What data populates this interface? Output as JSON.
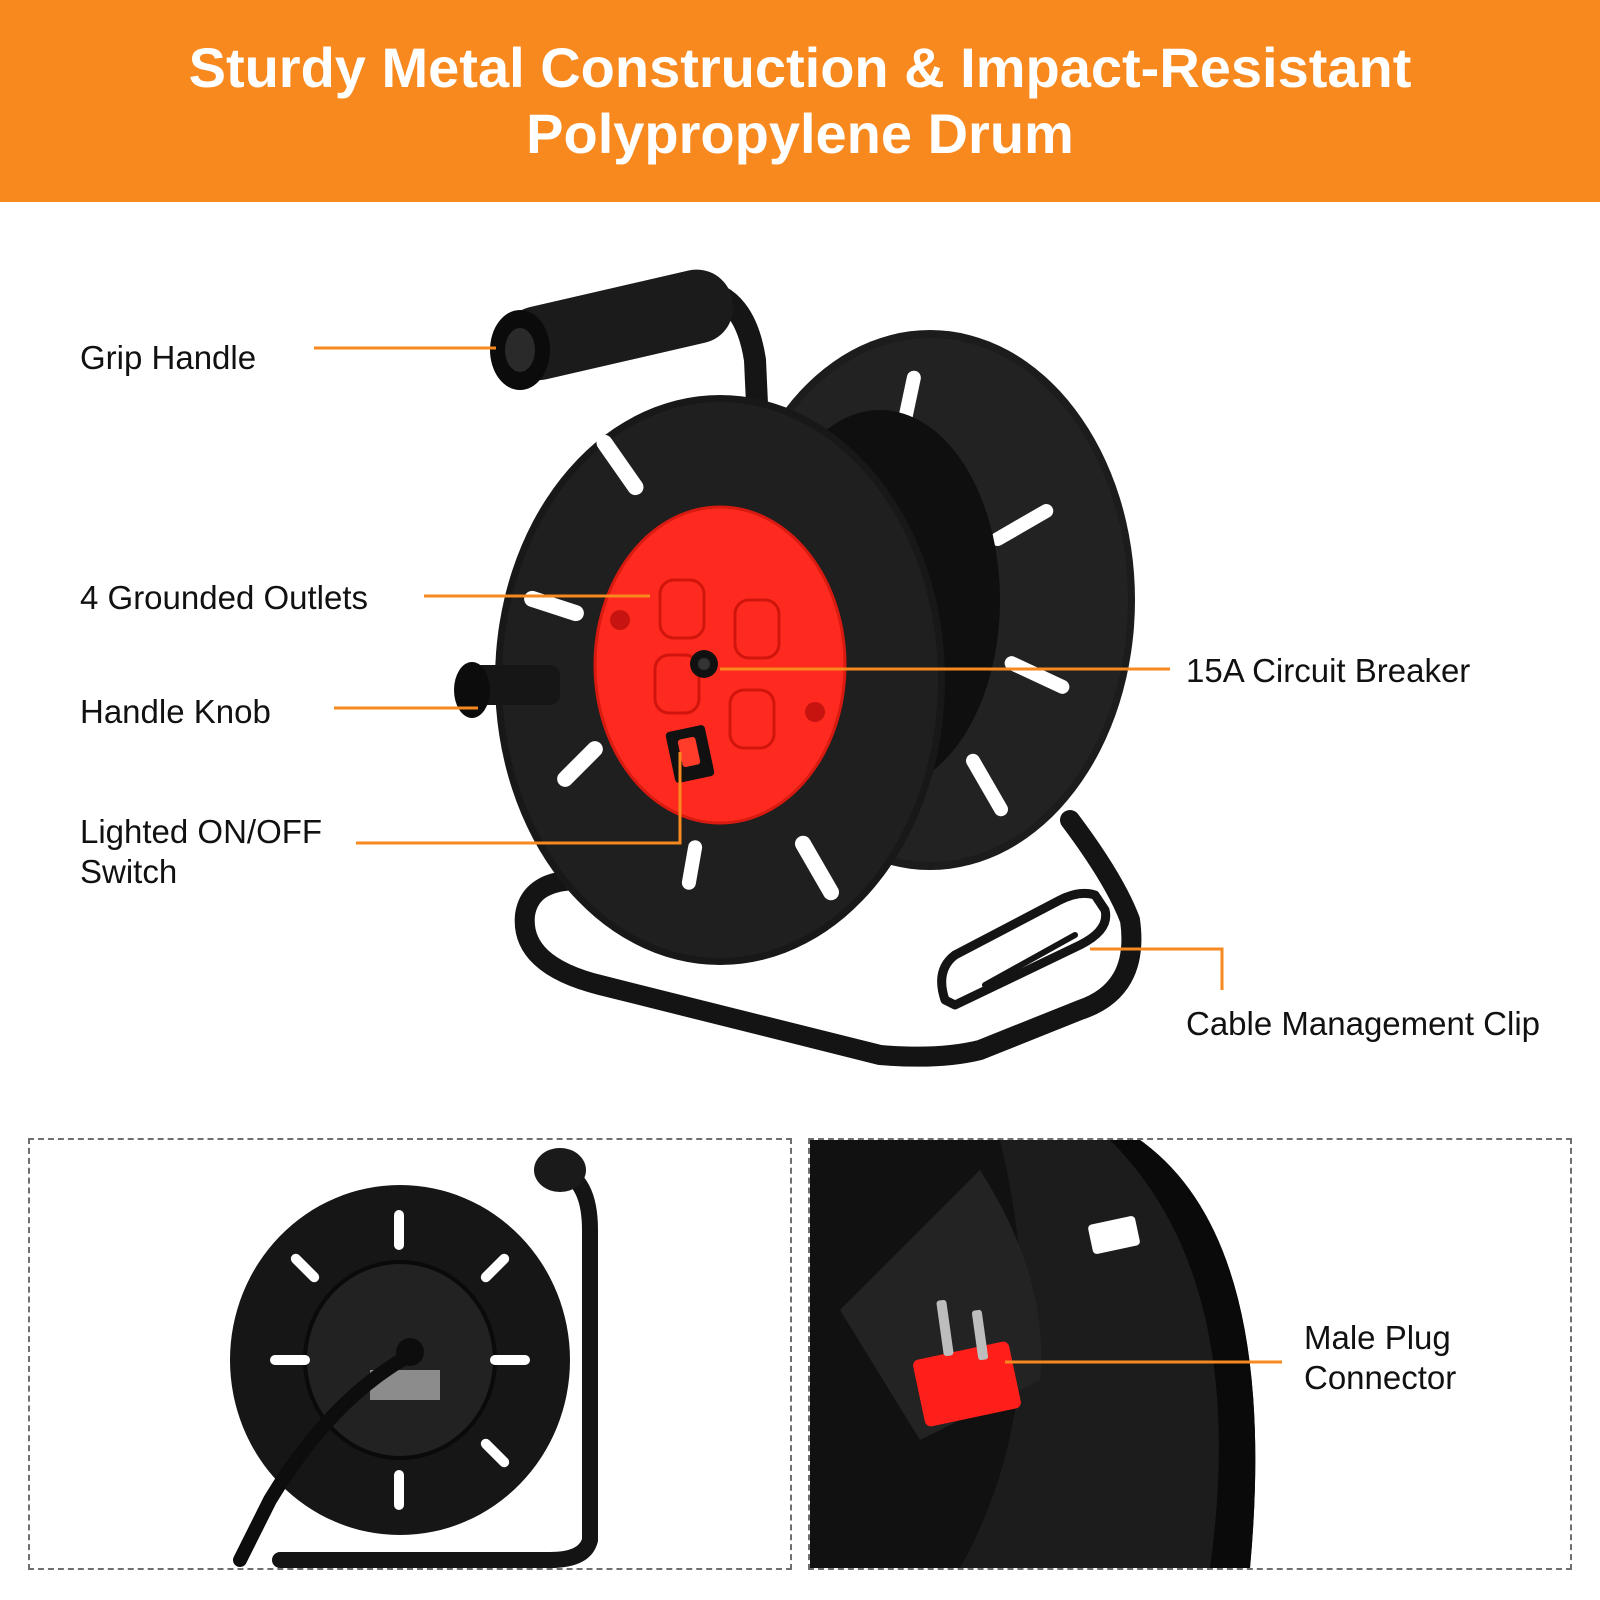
{
  "banner": {
    "title_line1": "Sturdy Metal Construction & Impact-Resistant",
    "title_line2": "Polypropylene Drum",
    "color": "#f7891f"
  },
  "callouts": {
    "grip_handle": "Grip Handle",
    "grounded_outlets": "4 Grounded Outlets",
    "handle_knob": "Handle Knob",
    "switch_line1": "Lighted ON/OFF",
    "switch_line2": "Switch",
    "circuit_breaker": "15A Circuit Breaker",
    "cable_clip": "Cable Management Clip",
    "plug_line1": "Male Plug",
    "plug_line2": "Connector"
  },
  "colors": {
    "accent_orange": "#f7891f",
    "reel_black": "#151515",
    "hub_red": "#ff2a1f"
  }
}
